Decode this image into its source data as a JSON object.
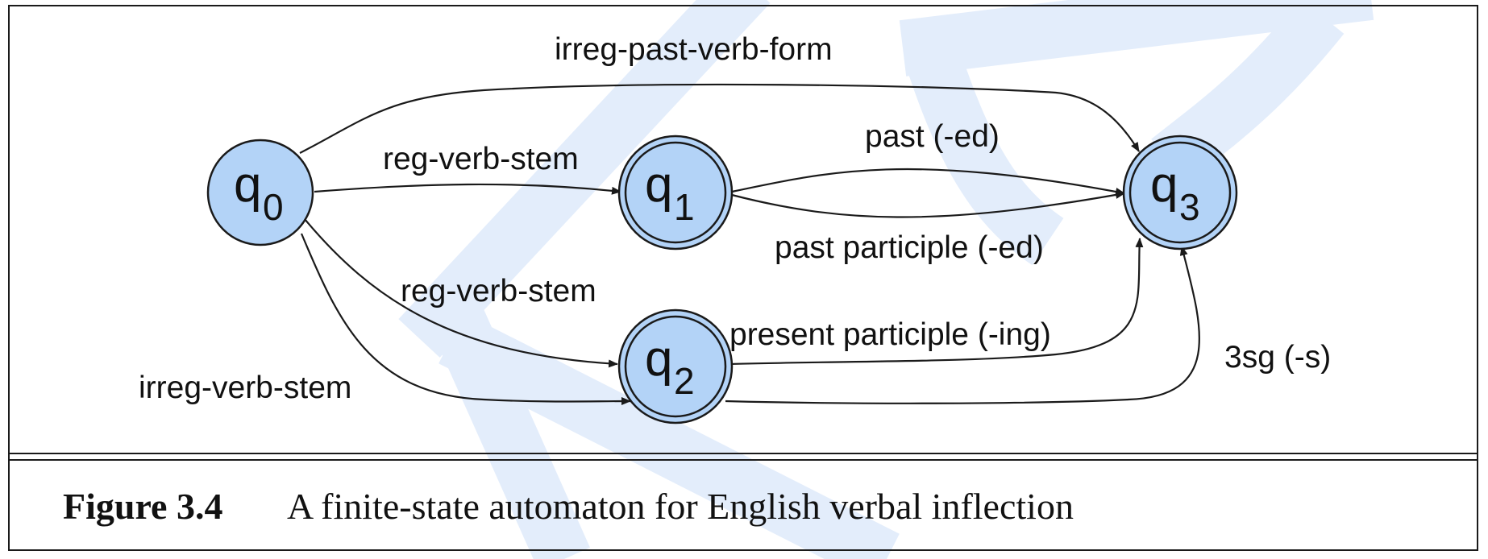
{
  "states": [
    {
      "id": "q0",
      "name": "q",
      "sub": "0",
      "accepting": false
    },
    {
      "id": "q1",
      "name": "q",
      "sub": "1",
      "accepting": true
    },
    {
      "id": "q2",
      "name": "q",
      "sub": "2",
      "accepting": true
    },
    {
      "id": "q3",
      "name": "q",
      "sub": "3",
      "accepting": true
    }
  ],
  "transitions": [
    {
      "from": "q0",
      "to": "q3",
      "label": "irreg-past-verb-form"
    },
    {
      "from": "q0",
      "to": "q1",
      "label": "reg-verb-stem"
    },
    {
      "from": "q1",
      "to": "q3",
      "label": "past (-ed)"
    },
    {
      "from": "q1",
      "to": "q3",
      "label": "past participle (-ed)"
    },
    {
      "from": "q0",
      "to": "q2",
      "label": "reg-verb-stem"
    },
    {
      "from": "q0",
      "to": "q2",
      "label": "irreg-verb-stem"
    },
    {
      "from": "q2",
      "to": "q3",
      "label": "present participle (-ing)"
    },
    {
      "from": "q2",
      "to": "q3",
      "label": "3sg (-s)"
    }
  ],
  "caption": {
    "number": "Figure 3.4",
    "text": "A finite-state automaton for English verbal inflection"
  },
  "colors": {
    "state_fill": "#b3d3f7",
    "watermark": "#dde9fb"
  }
}
